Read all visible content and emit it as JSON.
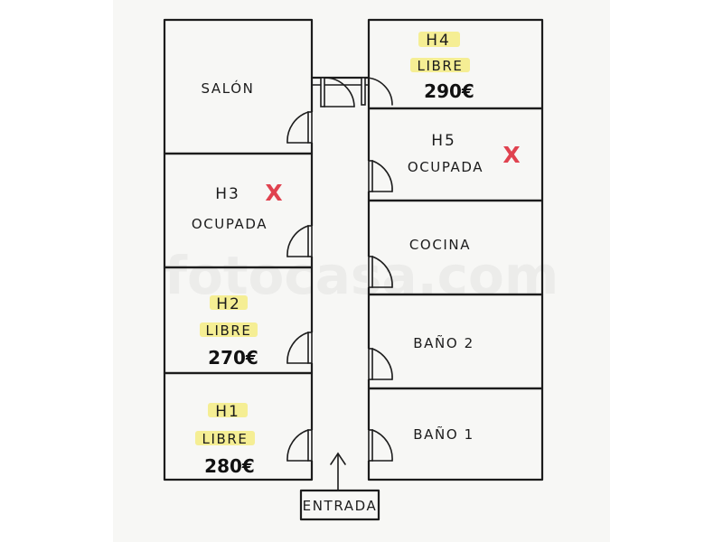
{
  "rooms": {
    "salon": {
      "name": "SALÓN"
    },
    "h3": {
      "name": "H3",
      "status": "OCUPADA",
      "mark": "X"
    },
    "h2": {
      "name": "H2",
      "status": "LIBRE",
      "price": "270€"
    },
    "h1": {
      "name": "H1",
      "status": "LIBRE",
      "price": "280€"
    },
    "h4": {
      "name": "H4",
      "status": "LIBRE",
      "price": "290€"
    },
    "h5": {
      "name": "H5",
      "status": "OCUPADA",
      "mark": "X"
    },
    "cocina": {
      "name": "COCINA"
    },
    "bano2": {
      "name": "BAÑO  2"
    },
    "bano1": {
      "name": "BAÑO  1"
    }
  },
  "entrance": {
    "label": "ENTRADA"
  },
  "watermark": {
    "text": "fotocasa.com"
  },
  "colors": {
    "highlight": "#f4ec8a",
    "occupied_mark": "#e0424f",
    "ink": "#1c1c1c"
  }
}
